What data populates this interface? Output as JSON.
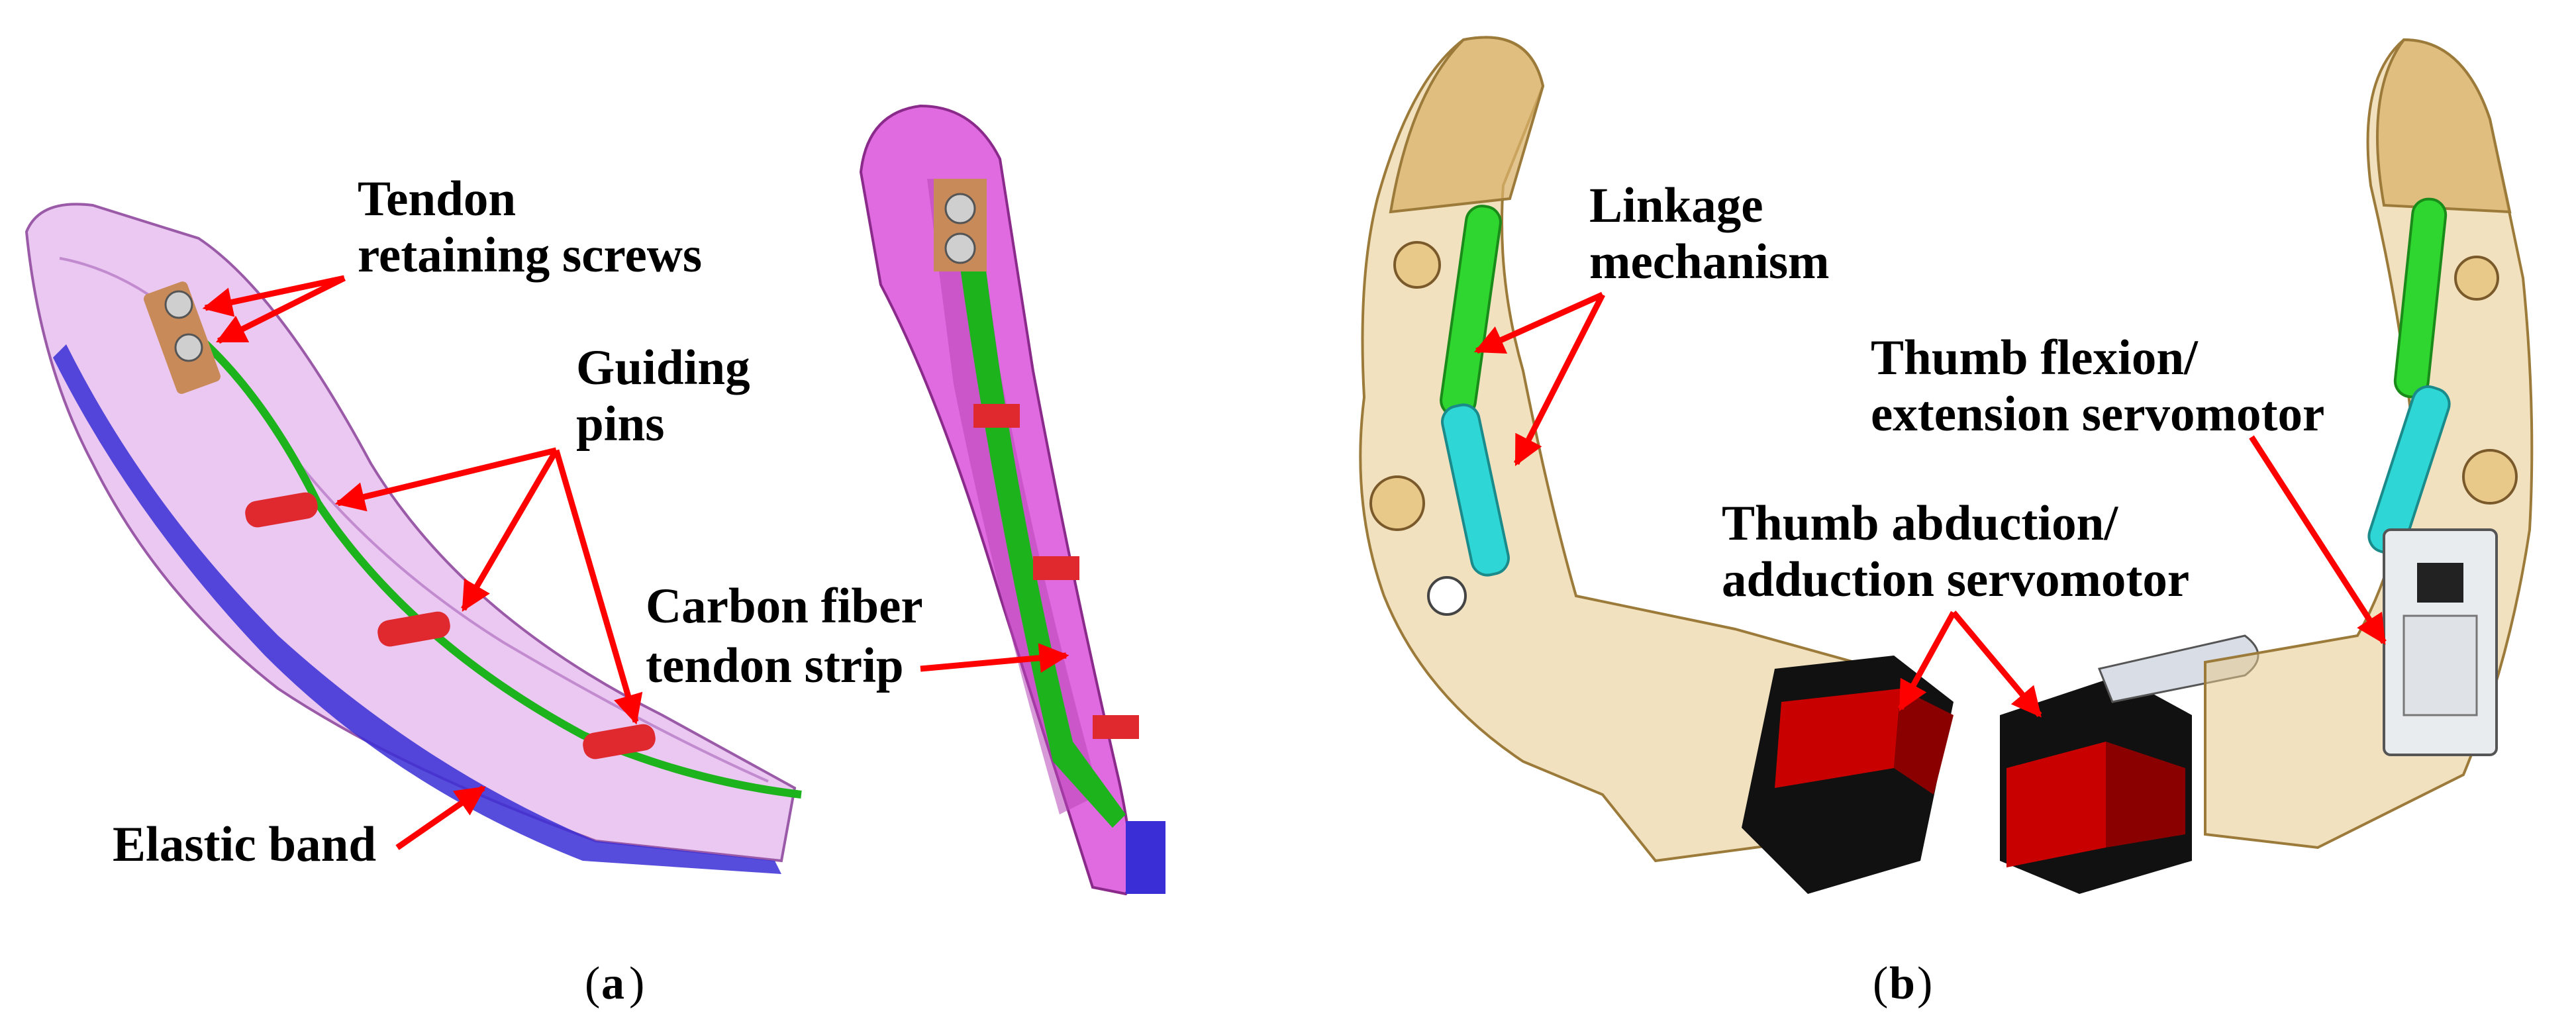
{
  "panel_a": {
    "caption_letter": "a",
    "labels": {
      "tendon_retaining_screws": [
        "Tendon",
        "retaining screws"
      ],
      "guiding_pins": [
        "Guiding",
        "pins"
      ],
      "carbon_fiber_tendon_strip": [
        "Carbon fiber",
        "tendon strip"
      ],
      "elastic_band": [
        "Elastic band"
      ]
    }
  },
  "panel_b": {
    "caption_letter": "b",
    "labels": {
      "linkage_mechanism": [
        "Linkage",
        "mechanism"
      ],
      "thumb_flexion_extension_servomotor": [
        "Thumb flexion/",
        "extension servomotor"
      ],
      "thumb_abduction_adduction_servomotor": [
        "Thumb abduction/",
        "adduction servomotor"
      ]
    }
  },
  "colors": {
    "annotation_arrow": "#ff0000",
    "finger_shell_transparent": "#d99ae6",
    "finger_shell_solid": "#e06ae0",
    "tendon_strip": "#1db31d",
    "guiding_pin": "#e0282f",
    "elastic_band": "#3a2ed6",
    "screw_plate": "#c98a5a",
    "thumb_shell": "#e8c98a",
    "linkage_green": "#2fd62f",
    "linkage_cyan": "#2fd6d6",
    "servo_red": "#c80000",
    "servo_black": "#111111"
  }
}
